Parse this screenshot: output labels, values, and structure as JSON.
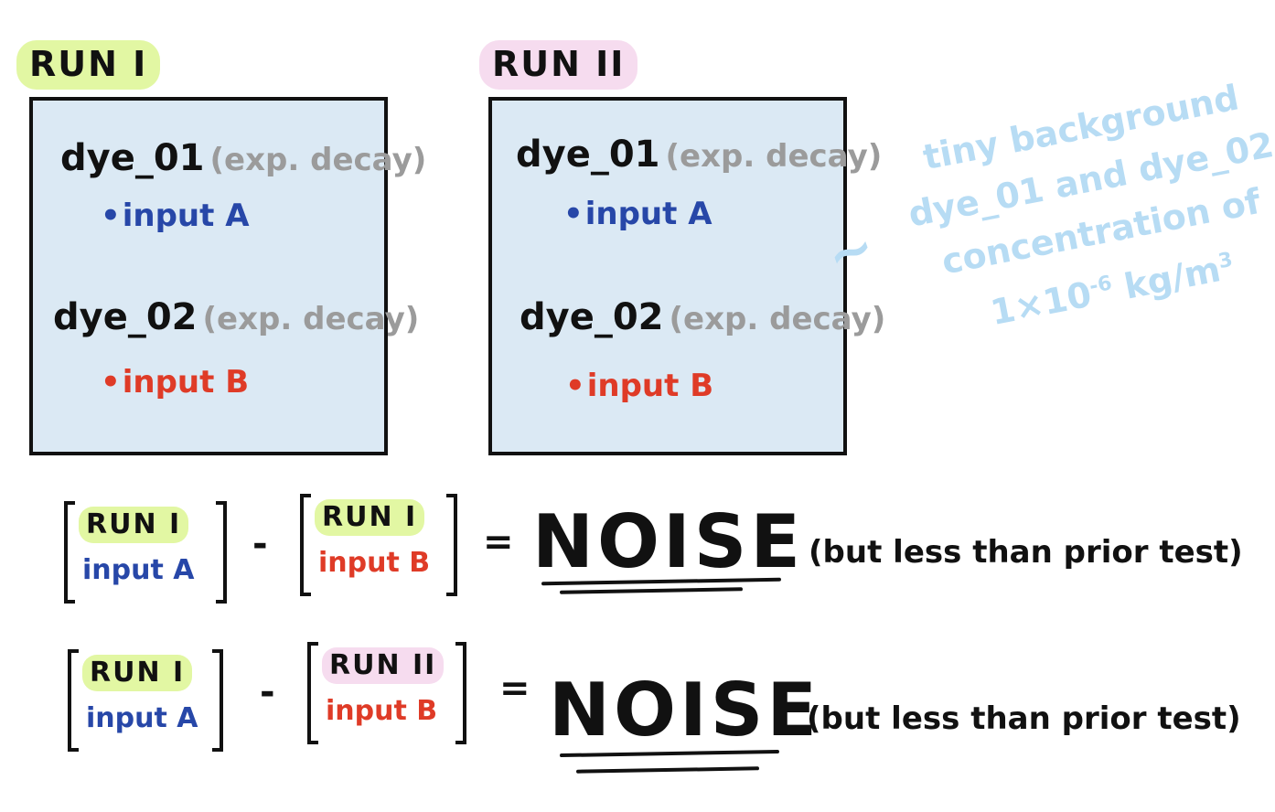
{
  "runs": [
    {
      "title": "RUN I",
      "dye1": "dye_01",
      "dye1_note": "(exp. decay)",
      "input_a": "input A",
      "dye2": "dye_02",
      "dye2_note": "(exp. decay)",
      "input_b": "input B"
    },
    {
      "title": "RUN II",
      "dye1": "dye_01",
      "dye1_note": "(exp. decay)",
      "input_a": "input A",
      "dye2": "dye_02",
      "dye2_note": "(exp. decay)",
      "input_b": "input B"
    }
  ],
  "note": {
    "symbol": "~",
    "line1": "tiny background",
    "line2": "dye_01 and dye_02",
    "line3": "concentration of",
    "line4_base": "1×10",
    "line4_exp": "-6",
    "line4_unit": "kg/m",
    "line4_unit_exp": "3"
  },
  "equations": [
    {
      "left_run": "RUN I",
      "left_input": "input A",
      "minus": "-",
      "right_run": "RUN I",
      "right_input": "input B",
      "equals": "=",
      "result": "NOISE",
      "comment": "(but less than prior test)"
    },
    {
      "left_run": "RUN I",
      "left_input": "input A",
      "minus": "-",
      "right_run": "RUN II",
      "right_input": "input B",
      "equals": "=",
      "result": "NOISE",
      "comment": "(but less than prior test)"
    }
  ],
  "colors": {
    "box_fill": "#dbe9f4",
    "green_highlight": "#e2f7a3",
    "pink_highlight": "#f6dcef",
    "blue_ink": "#2747a8",
    "red_ink": "#df3b27",
    "grey_ink": "#9b9b9b",
    "note_ink": "#b7dcf4"
  }
}
